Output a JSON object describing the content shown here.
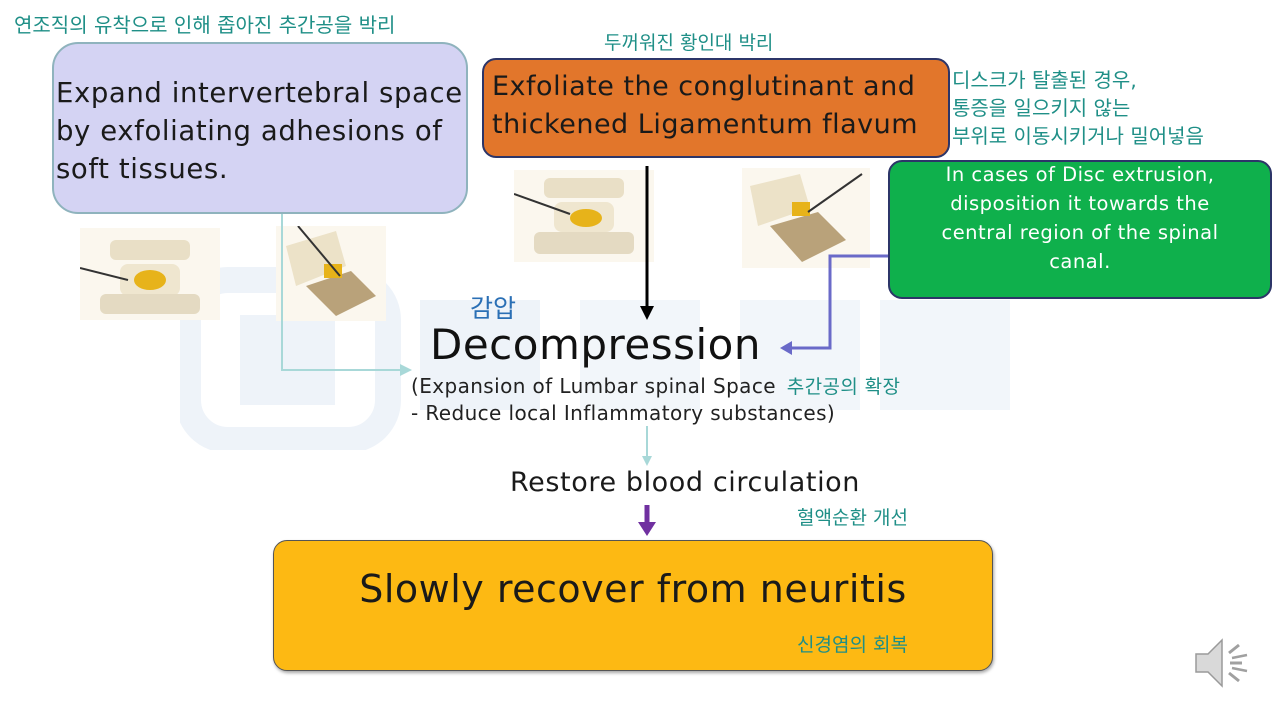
{
  "labels_ko": {
    "top_left": "연조직의 유착으로 인해 좁아진 추간공을 박리",
    "top_center": "두꺼워진 황인대 박리",
    "right": [
      "디스크가 탈출된 경우,",
      "통증을 일으키지 않는",
      "부위로 이동시키거나 밀어넣음"
    ],
    "decompression": "감압",
    "expansion": "추간공의 확장",
    "circulation": "혈액순환 개선",
    "neuritis": "신경염의 회복"
  },
  "boxes": {
    "left": [
      "Expand intervertebral space",
      "by exfoliating adhesions of",
      "soft tissues."
    ],
    "top": [
      "Exfoliate the conglutinant and",
      "thickened Ligamentum flavum"
    ],
    "right": [
      "In cases of Disc extrusion,",
      "disposition it towards the",
      "central region of the spinal",
      "canal."
    ],
    "bottom": "Slowly recover from neuritis"
  },
  "center": {
    "title": "Decompression",
    "line1": "(Expansion of Lumbar spinal Space",
    "line2": "- Reduce local Inflammatory substances)",
    "restore": "Restore blood circulation"
  },
  "colors": {
    "box_left": "#d4d3f3",
    "box_top": "#e2762b",
    "box_right": "#0fb04c",
    "box_bottom": "#fdb913",
    "korean_text": "#1f8f87",
    "arrow_black": "#000000",
    "arrow_purple": "#7030a0",
    "arrow_blue": "#6a6ac8",
    "arrow_teal": "#a8d8d8"
  },
  "icons": {
    "speaker": "speaker-icon",
    "spine_images": [
      "spine-illustration",
      "spine-illustration",
      "spine-illustration",
      "spine-illustration"
    ]
  }
}
